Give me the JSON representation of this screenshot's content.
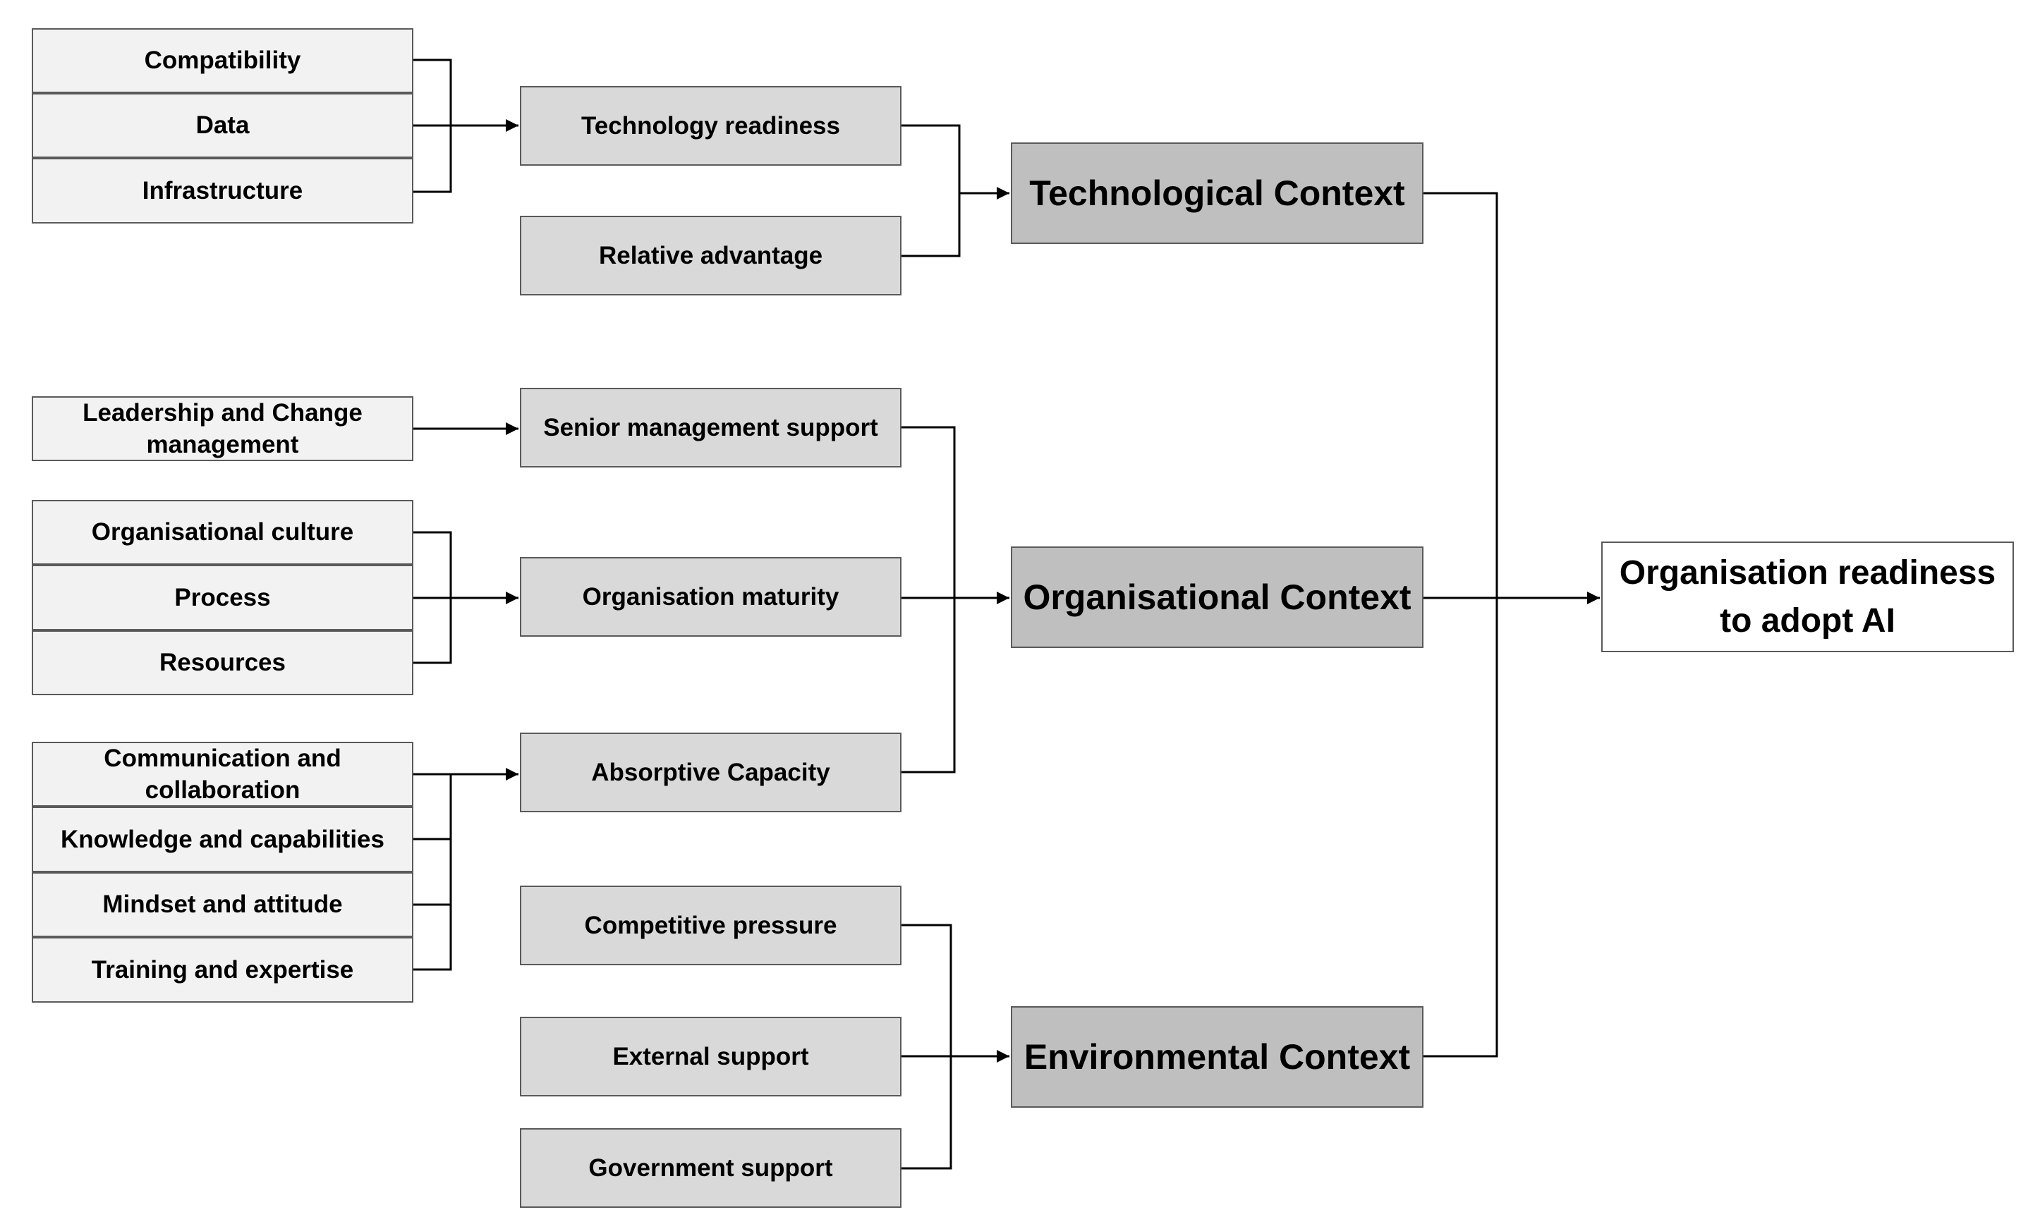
{
  "level1": [
    {
      "id": "compatibility",
      "label": "Compatibility"
    },
    {
      "id": "data",
      "label": "Data"
    },
    {
      "id": "infrastructure",
      "label": "Infrastructure"
    },
    {
      "id": "leadership",
      "label": "Leadership and Change management"
    },
    {
      "id": "culture",
      "label": "Organisational culture"
    },
    {
      "id": "process",
      "label": "Process"
    },
    {
      "id": "resources",
      "label": "Resources"
    },
    {
      "id": "communication",
      "label": "Communication and collaboration"
    },
    {
      "id": "knowledge",
      "label": "Knowledge and capabilities"
    },
    {
      "id": "mindset",
      "label": "Mindset and attitude"
    },
    {
      "id": "training",
      "label": "Training and expertise"
    }
  ],
  "level2": [
    {
      "id": "tech-readiness",
      "label": "Technology readiness"
    },
    {
      "id": "relative-advantage",
      "label": "Relative advantage"
    },
    {
      "id": "senior-mgmt",
      "label": "Senior management support"
    },
    {
      "id": "org-maturity",
      "label": "Organisation maturity"
    },
    {
      "id": "absorptive",
      "label": "Absorptive Capacity"
    },
    {
      "id": "competitive",
      "label": "Competitive pressure"
    },
    {
      "id": "external",
      "label": "External support"
    },
    {
      "id": "government",
      "label": "Government support"
    }
  ],
  "level3": [
    {
      "id": "technological",
      "label": "Technological Context"
    },
    {
      "id": "organisational",
      "label": "Organisational Context"
    },
    {
      "id": "environmental",
      "label": "Environmental Context"
    }
  ],
  "target": {
    "id": "readiness",
    "label": "Organisation readiness to adopt AI"
  },
  "colors": {
    "level1_fill": "#f2f2f2",
    "level2_fill": "#d9d9d9",
    "level3_fill": "#bfbfbf",
    "target_fill": "#ffffff",
    "border": "#5a5a5a",
    "connector": "#000000"
  }
}
